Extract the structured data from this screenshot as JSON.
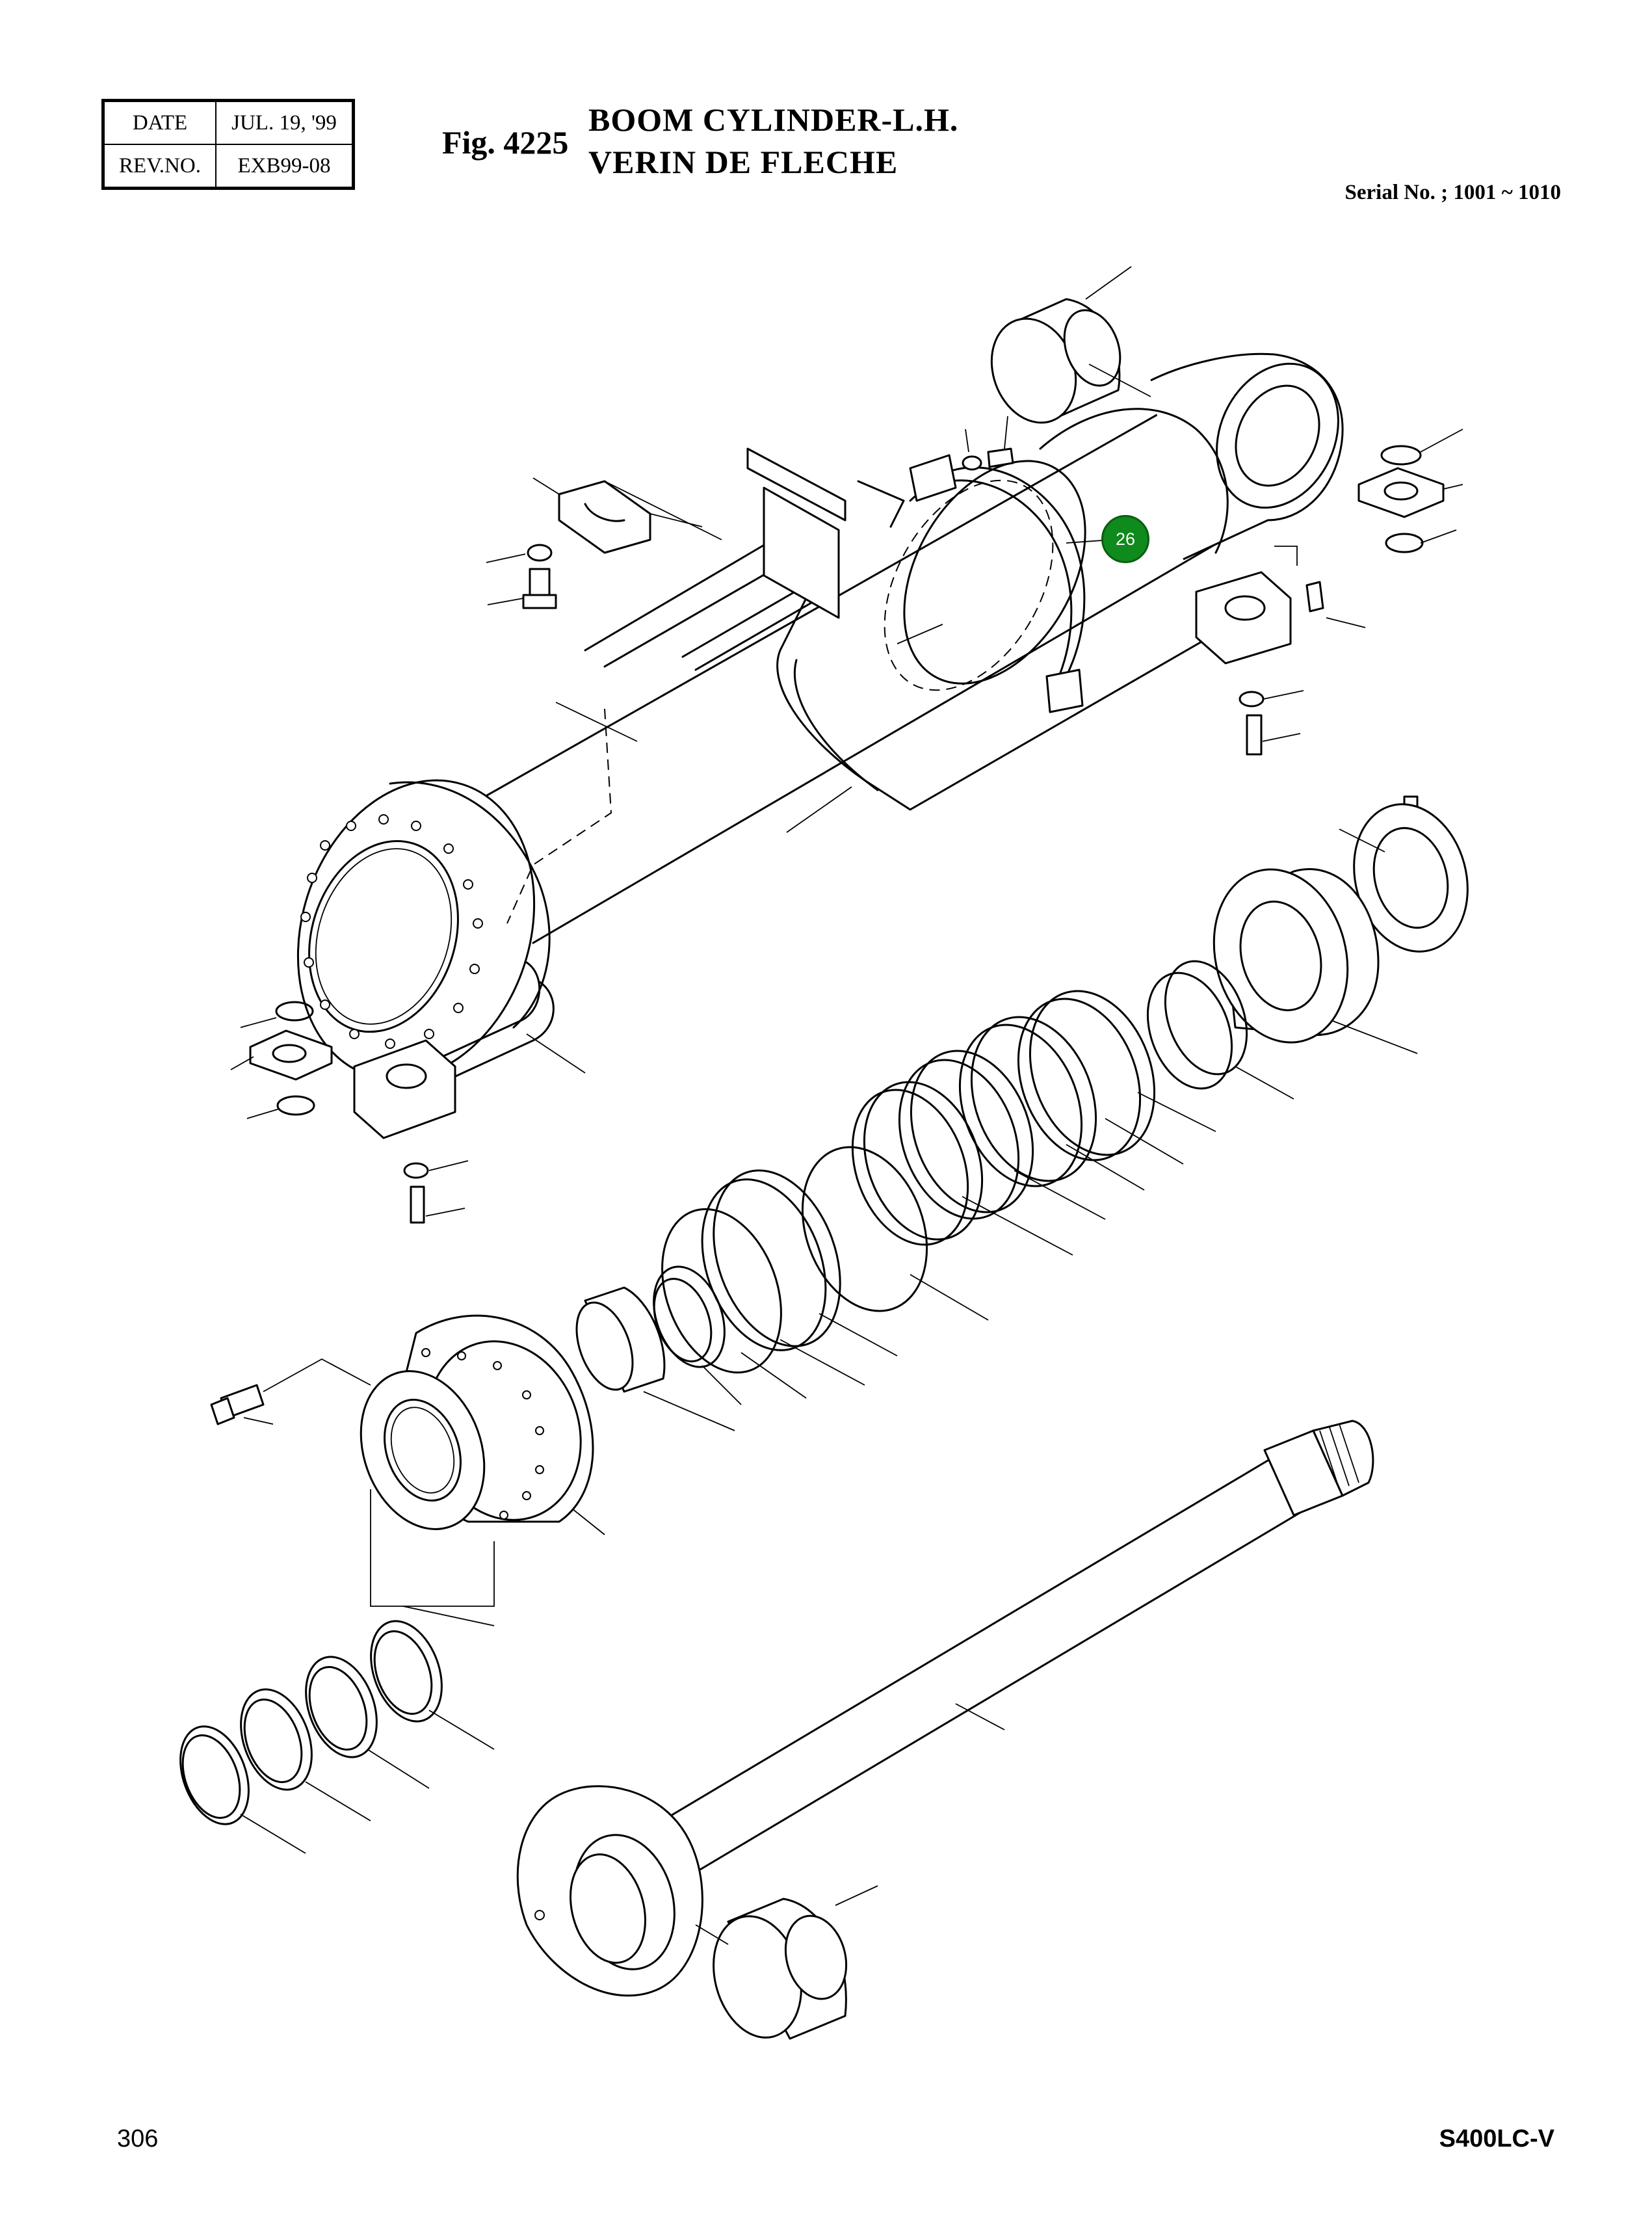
{
  "header": {
    "date_label": "DATE",
    "date_value": "JUL. 19, '99",
    "rev_label": "REV.NO.",
    "rev_value": "EXB99-08",
    "figure_number": "Fig. 4225",
    "title_line1": "BOOM CYLINDER-L.H.",
    "title_line2": "VERIN DE FLECHE",
    "serial": "Serial No. ; 1001 ~ 1010"
  },
  "callouts": [
    {
      "label": "26",
      "color": "#0f8a1c"
    }
  ],
  "footer": {
    "page_number": "306",
    "model": "S400LC-V"
  }
}
